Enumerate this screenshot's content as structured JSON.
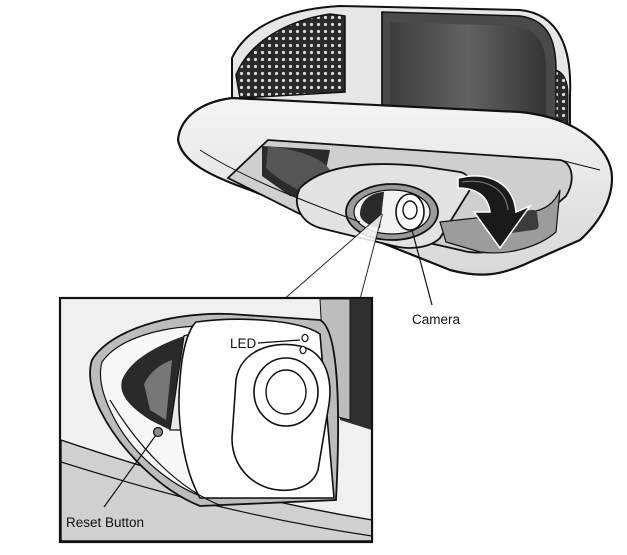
{
  "labels": {
    "camera": "Camera",
    "led": "LED",
    "reset_button": "Reset Button"
  }
}
